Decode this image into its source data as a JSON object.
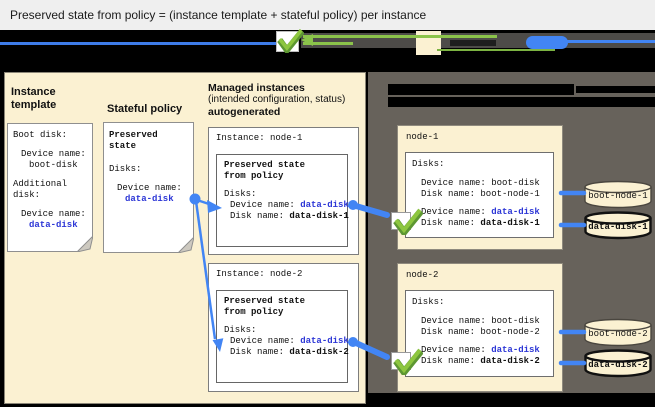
{
  "title": "Preserved state from policy = (instance template + stateful policy) per instance",
  "colors": {
    "panel_beige": "#FBF1D2",
    "panel_gray": "#67625B",
    "connector_blue": "#4285F4",
    "value_blue": "#2C36D6",
    "check_green": "#8DC63F",
    "title_bg": "#EFEFEF"
  },
  "mig": {
    "instance_template": {
      "label": "Instance template",
      "doc": {
        "boot_disk_label": "Boot disk:",
        "boot_device_label": "Device name:",
        "boot_device_value": "boot-disk",
        "additional_label": "Additional disk:",
        "data_device_label": "Device name:",
        "data_device_value": "data-disk"
      }
    },
    "stateful_policy": {
      "label": "Stateful policy",
      "doc": {
        "title": "Preserved state",
        "disks_label": "Disks:",
        "device_label": "Device name:",
        "device_value": "data-disk"
      }
    },
    "managed_instances": {
      "header_line1": "Managed instances",
      "header_line2": "(intended configuration, status)",
      "header_line3": "autogenerated",
      "instances": [
        {
          "title": "Instance: node-1",
          "box_title_line1": "Preserved state",
          "box_title_line2": "from policy",
          "disks_label": "Disks:",
          "device_label": "Device name: ",
          "device_value": "data-disk",
          "disk_label": "Disk name: ",
          "disk_value": "data-disk-1"
        },
        {
          "title": "Instance: node-2",
          "box_title_line1": "Preserved state",
          "box_title_line2": "from policy",
          "disks_label": "Disks:",
          "device_label": "Device name: ",
          "device_value": "data-disk",
          "disk_label": "Disk name: ",
          "disk_value": "data-disk-2"
        }
      ]
    }
  },
  "vms": {
    "nodes": [
      {
        "name": "node-1",
        "disks_label": "Disks:",
        "boot_device_line": "Device name: boot-disk",
        "boot_disk_line": "Disk name: boot-node-1",
        "data_device_label": "Device name: ",
        "data_device_value": "data-disk",
        "data_disk_label": "Disk name: ",
        "data_disk_value": "data-disk-1",
        "boot_cylinder": "boot-node-1",
        "data_cylinder": "data-disk-1"
      },
      {
        "name": "node-2",
        "disks_label": "Disks:",
        "boot_device_line": "Device name: boot-disk",
        "boot_disk_line": "Disk name: boot-node-2",
        "data_device_label": "Device name: ",
        "data_device_value": "data-disk",
        "data_disk_label": "Disk name: ",
        "data_disk_value": "data-disk-2",
        "boot_cylinder": "boot-node-2",
        "data_cylinder": "data-disk-2"
      }
    ]
  }
}
